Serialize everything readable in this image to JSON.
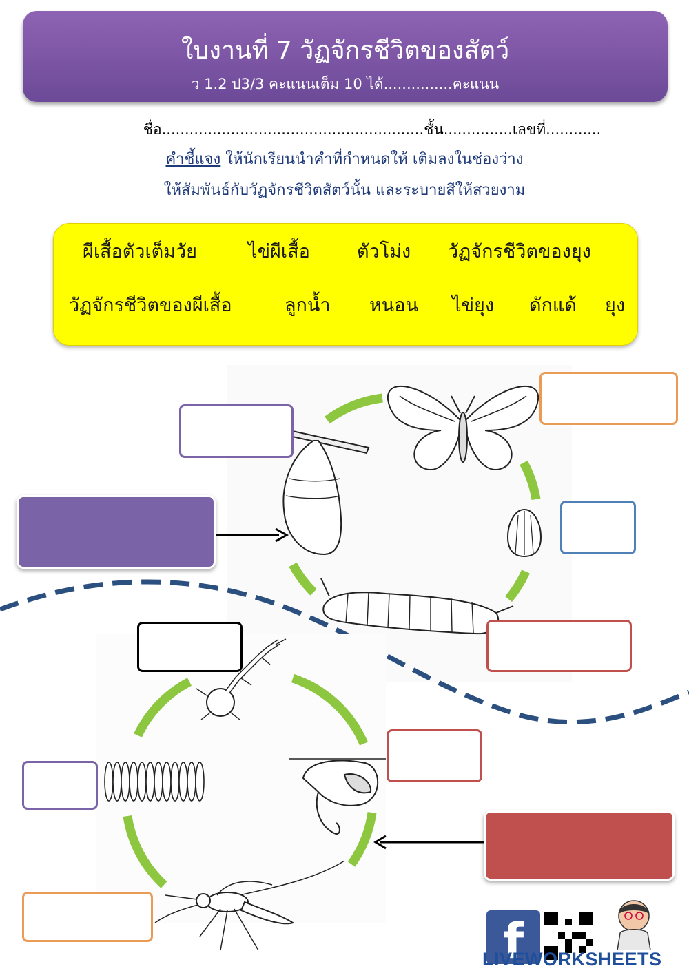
{
  "header": {
    "title": "ใบงานที่ 7 วัฏจักรชีวิตของสัตว์",
    "subtitle": "ว 1.2 ป3/3 คะแนนเต็ม 10 ได้...............คะแนน"
  },
  "student_line": "ชื่อ.........................................................ชั้น...............เลขที่............",
  "instructions": {
    "label": "คำชี้แจง",
    "line1": " ให้นักเรียนนำคำที่กำหนดให้ เติมลงในช่องว่าง",
    "line2": "ให้สัมพันธ์กับวัฏจักรชีวิตสัตว์นั้น และระบายสีให้สวยงาม"
  },
  "word_bank": {
    "row1": [
      "ผีเสื้อตัวเต็มวัย",
      "ไข่ผีเสื้อ",
      "ตัวโม่ง",
      "วัฏจักรชีวิตของยุง"
    ],
    "row2": [
      "วัฏจักรชีวิตของผีเสื้อ",
      "ลูกน้ำ",
      "หนอน",
      "ไข่ยุง",
      "ดักแด้",
      "ยุง"
    ]
  },
  "colors": {
    "header": "#7b57a8",
    "word_bank_bg": "#ffff00",
    "cycle_arrow": "#8dc63f",
    "divider": "#2b4f7e",
    "box_purple": "#7b63a8",
    "box_orange": "#ea9c57",
    "box_blue": "#5080b8",
    "box_red": "#c0504d",
    "box_black": "#000000"
  },
  "illustrations": {
    "butterfly_cycle": [
      "butterfly-icon",
      "butterfly-egg-icon",
      "caterpillar-icon",
      "chrysalis-icon"
    ],
    "mosquito_cycle": [
      "mosquito-larva-icon",
      "mosquito-pupa-icon",
      "mosquito-icon",
      "mosquito-eggs-icon"
    ]
  },
  "footer": {
    "brand": "LIVEWORKSHEETS",
    "fb_letter": "f"
  }
}
